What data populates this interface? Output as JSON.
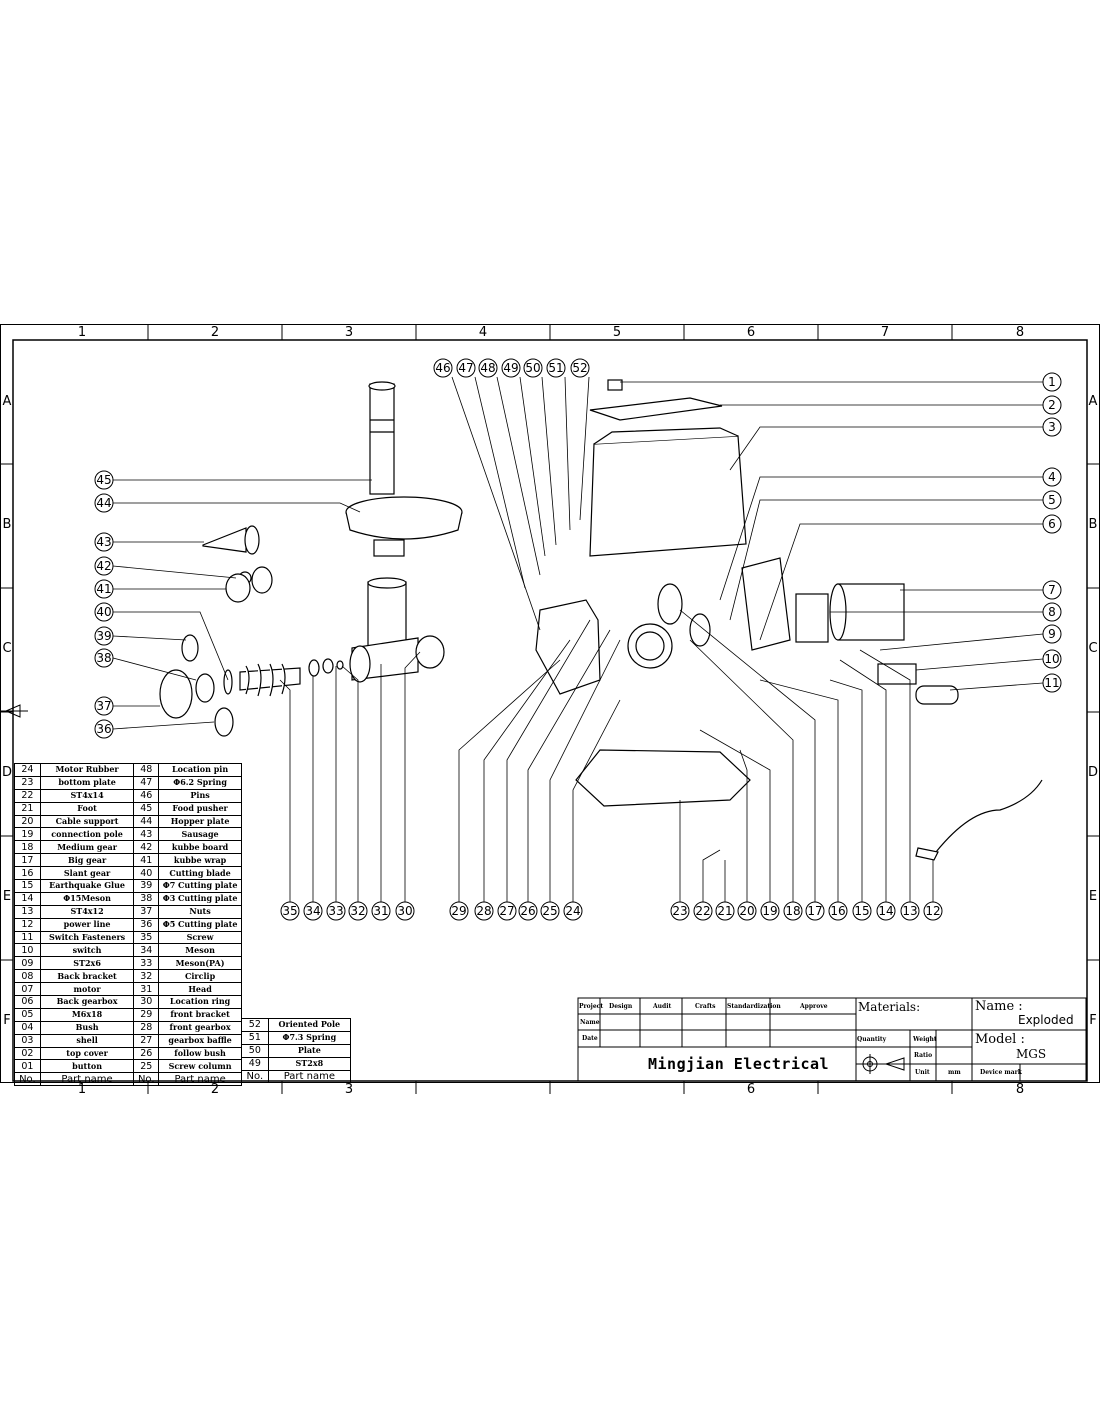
{
  "grid": {
    "columns": [
      "1",
      "2",
      "3",
      "4",
      "5",
      "6",
      "7",
      "8"
    ],
    "rows": [
      "A",
      "B",
      "C",
      "D",
      "E",
      "F"
    ]
  },
  "callouts_top": [
    "46",
    "47",
    "48",
    "49",
    "50",
    "51",
    "52"
  ],
  "callouts_right": [
    "1",
    "2",
    "3",
    "4",
    "5",
    "6",
    "7",
    "8",
    "9",
    "10",
    "11"
  ],
  "callouts_left": [
    "45",
    "44",
    "43",
    "42",
    "41",
    "40",
    "39",
    "38",
    "37",
    "36"
  ],
  "callouts_bottom": [
    "35",
    "34",
    "33",
    "32",
    "31",
    "30",
    "29",
    "28",
    "27",
    "26",
    "25",
    "24",
    "23",
    "22",
    "21",
    "20",
    "19",
    "18",
    "17",
    "16",
    "15",
    "14",
    "13",
    "12"
  ],
  "parts_left": [
    {
      "no": "24",
      "name": "Motor Rubber"
    },
    {
      "no": "23",
      "name": "bottom plate"
    },
    {
      "no": "22",
      "name": "ST4x14"
    },
    {
      "no": "21",
      "name": "Foot"
    },
    {
      "no": "20",
      "name": "Cable support"
    },
    {
      "no": "19",
      "name": "connection pole"
    },
    {
      "no": "18",
      "name": "Medium gear"
    },
    {
      "no": "17",
      "name": "Big gear"
    },
    {
      "no": "16",
      "name": "Slant gear"
    },
    {
      "no": "15",
      "name": "Earthquake Glue"
    },
    {
      "no": "14",
      "name": "Φ15Meson"
    },
    {
      "no": "13",
      "name": "ST4x12"
    },
    {
      "no": "12",
      "name": "power line"
    },
    {
      "no": "11",
      "name": "Switch Fasteners"
    },
    {
      "no": "10",
      "name": "switch"
    },
    {
      "no": "09",
      "name": "ST2x6"
    },
    {
      "no": "08",
      "name": "Back bracket"
    },
    {
      "no": "07",
      "name": "motor"
    },
    {
      "no": "06",
      "name": "Back gearbox"
    },
    {
      "no": "05",
      "name": "M6x18"
    },
    {
      "no": "04",
      "name": "Bush"
    },
    {
      "no": "03",
      "name": "shell"
    },
    {
      "no": "02",
      "name": "top cover"
    },
    {
      "no": "01",
      "name": "button"
    }
  ],
  "parts_mid": [
    {
      "no": "48",
      "name": "Location pin"
    },
    {
      "no": "47",
      "name": "Φ6.2 Spring"
    },
    {
      "no": "46",
      "name": "Pins"
    },
    {
      "no": "45",
      "name": "Food pusher"
    },
    {
      "no": "44",
      "name": "Hopper plate"
    },
    {
      "no": "43",
      "name": "Sausage"
    },
    {
      "no": "42",
      "name": "kubbe board"
    },
    {
      "no": "41",
      "name": "kubbe wrap"
    },
    {
      "no": "40",
      "name": "Cutting blade"
    },
    {
      "no": "39",
      "name": "Φ7 Cutting plate"
    },
    {
      "no": "38",
      "name": "Φ3 Cutting plate"
    },
    {
      "no": "37",
      "name": "Nuts"
    },
    {
      "no": "36",
      "name": "Φ5 Cutting plate"
    },
    {
      "no": "35",
      "name": "Screw"
    },
    {
      "no": "34",
      "name": "Meson"
    },
    {
      "no": "33",
      "name": "Meson(PA)"
    },
    {
      "no": "32",
      "name": "Circlip"
    },
    {
      "no": "31",
      "name": "Head"
    },
    {
      "no": "30",
      "name": "Location ring"
    },
    {
      "no": "29",
      "name": "front bracket"
    },
    {
      "no": "28",
      "name": "front gearbox"
    },
    {
      "no": "27",
      "name": "gearbox baffle"
    },
    {
      "no": "26",
      "name": "follow bush"
    },
    {
      "no": "25",
      "name": "Screw column"
    }
  ],
  "parts_right": [
    {
      "no": "52",
      "name": "Oriented Pole"
    },
    {
      "no": "51",
      "name": "Φ7.3 Spring"
    },
    {
      "no": "50",
      "name": "Plate"
    },
    {
      "no": "49",
      "name": "ST2x8"
    }
  ],
  "table_headers": {
    "no": "No.",
    "part_name": "Part name"
  },
  "title_block": {
    "row_labels": [
      "Project",
      "Name",
      "Date"
    ],
    "signoff_labels": [
      "Design",
      "Audit",
      "Crafts",
      "Standardization",
      "Approve"
    ],
    "company": "Mingjian Electrical",
    "materials_label": "Materials:",
    "quantity_label": "Quantity",
    "weight_label": "Weight",
    "ratio_label": "Ratio",
    "unit_label": "Unit",
    "unit_value": "mm",
    "name_label": "Name :",
    "name_value": "Exploded",
    "model_label": "Model :",
    "model_value": "MGS",
    "device_mark_label": "Device mark"
  }
}
